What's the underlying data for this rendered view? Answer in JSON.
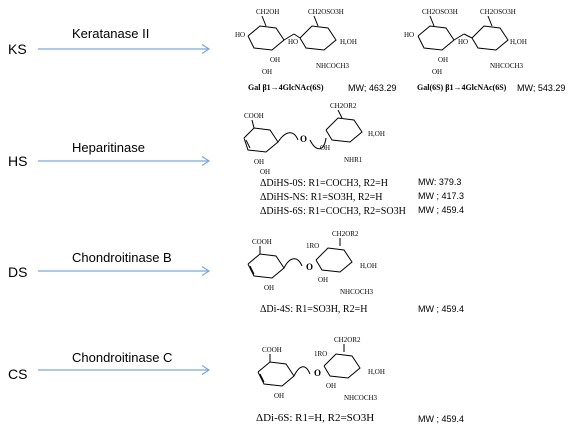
{
  "rows": [
    {
      "gag": "KS",
      "enzyme": "Keratanase II",
      "structures": [
        {
          "caption": "Gal β1→4GlcNAc(6S)",
          "mw": "MW; 463.29",
          "labels": {
            "a": "CH2OH",
            "b": "CH2OSO3H",
            "c": "HO",
            "d": "OH",
            "e": "HO",
            "f": "H,OH",
            "g": "OH",
            "h": "NHCOCH3"
          }
        },
        {
          "caption": "Gal(6S) β1→4GlcNAc(6S)",
          "mw": "MW; 543.29",
          "labels": {
            "a": "CH2OSO3H",
            "b": "CH2OSO3H",
            "c": "HO",
            "d": "OH",
            "e": "HO",
            "f": "H,OH",
            "g": "OH",
            "h": "NHCOCH3"
          }
        }
      ]
    },
    {
      "gag": "HS",
      "enzyme": "Heparitinase",
      "labels": {
        "cooh": "COOH",
        "ch2": "CH2OR2",
        "oh1": "OH",
        "o": "O",
        "hoh": "H,OH",
        "oh2": "OH",
        "nhr": "NHR1",
        "oh3": "OH"
      },
      "products": [
        {
          "text": "ΔDiHS-0S: R1=COCH3, R2=H",
          "mw": "MW: 379.3"
        },
        {
          "text": "ΔDiHS-NS: R1=SO3H, R2=H",
          "mw": "MW ; 417.3"
        },
        {
          "text": "ΔDiHS-6S: R1=COCH3, R2=SO3H",
          "mw": "MW ; 459.4"
        }
      ]
    },
    {
      "gag": "DS",
      "enzyme": "Chondroitinase B",
      "labels": {
        "cooh": "COOH",
        "ch2": "CH2OR2",
        "ro": "1RO",
        "o": "O",
        "hoh": "H,OH",
        "oh": "OH",
        "oh2": "OH",
        "nh": "NHCOCH3"
      },
      "products": [
        {
          "text": "ΔDi-4S: R1=SO3H, R2=H",
          "mw": "MW ; 459.4"
        }
      ]
    },
    {
      "gag": "CS",
      "enzyme": "Chondroitinase C",
      "labels": {
        "cooh": "COOH",
        "ch2": "CH2OR2",
        "ro": "1RO",
        "o": "O",
        "hoh": "H,OH",
        "oh": "OH",
        "oh2": "OH",
        "nh": "NHCOCH3"
      },
      "products": [
        {
          "text": "ΔDi-6S: R1=H, R2=SO3H",
          "mw": "MW ; 459.4"
        }
      ]
    }
  ],
  "colors": {
    "arrow": "#7da7d9",
    "text": "#000000"
  }
}
